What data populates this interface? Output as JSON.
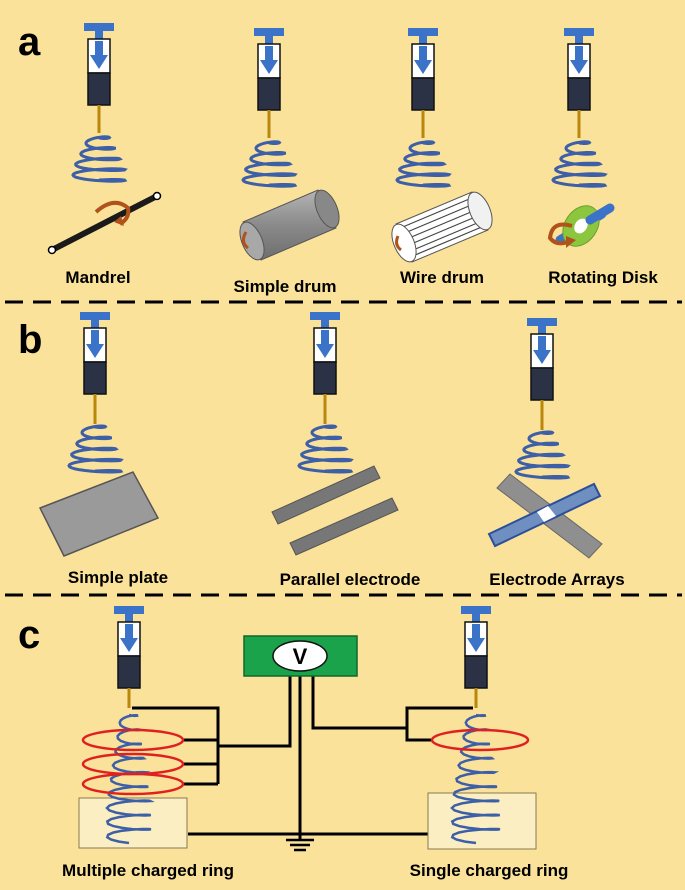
{
  "panels": {
    "a": {
      "letter": "a",
      "collectors": [
        "Mandrel",
        "Simple drum",
        "Wire drum",
        "Rotating Disk"
      ]
    },
    "b": {
      "letter": "b",
      "collectors": [
        "Simple plate",
        "Parallel electrode",
        "Electrode Arrays"
      ]
    },
    "c": {
      "letter": "c",
      "voltage_symbol": "V",
      "setups": [
        "Multiple charged ring",
        "Single charged ring"
      ]
    }
  },
  "colors": {
    "background": "#fbe29a",
    "syringe_blue": "#3b73c8",
    "syringe_dark": "#2b3245",
    "needle": "#b8870b",
    "jet": "#3d5fa8",
    "ring": "#e02020",
    "power_supply": "#1aa34a",
    "collector_gray": "#9a9a9a",
    "arrow_brown": "#b0531a",
    "disk_green": "#8cc63f"
  },
  "icons": [
    "syringe-icon",
    "jet-spiral-icon",
    "rotation-arrow-icon",
    "ground-icon"
  ]
}
